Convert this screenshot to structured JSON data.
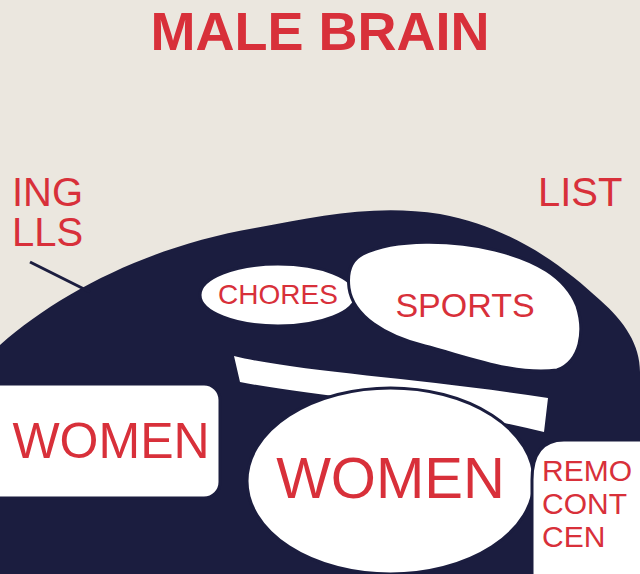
{
  "diagram": {
    "title": "MALE BRAIN",
    "nodes": [
      {
        "text": [
          "CHORES"
        ]
      },
      {
        "text": [
          "SPORTS"
        ]
      },
      {
        "text": [
          "WOMEN"
        ]
      },
      {
        "text": [
          "WOMEN"
        ]
      },
      {
        "text": [
          "REMO CONT CEN"
        ]
      }
    ],
    "labels": [
      "ING LLS",
      "LIST"
    ]
  }
}
